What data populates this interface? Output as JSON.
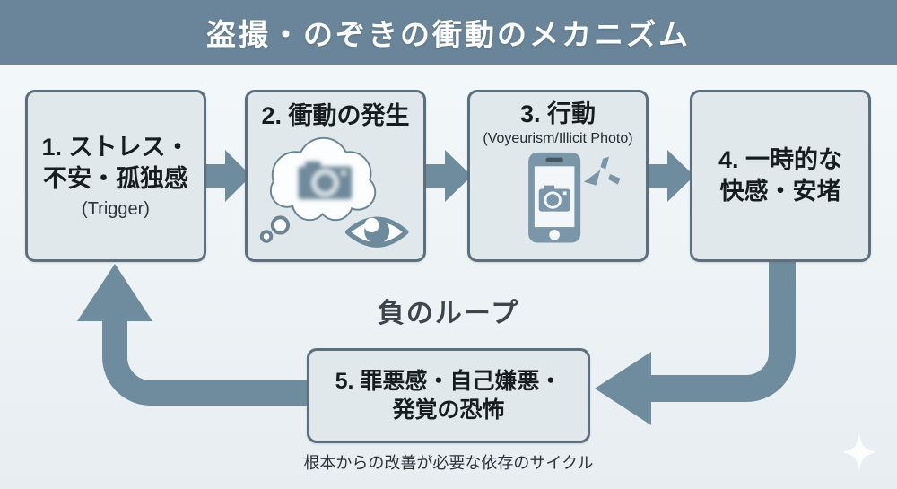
{
  "header": {
    "title": "盗撮・のぞきの衝動のメカニズム"
  },
  "steps": [
    {
      "name": "stress-anxiety-loneliness",
      "line1": "1. ストレス・",
      "line2": "不安・孤独感",
      "subtitle": "(Trigger)"
    },
    {
      "name": "urge-arises",
      "title": "2. 衝動の発生",
      "icons": [
        "thought-bubble-camera-icon",
        "eye-icon"
      ]
    },
    {
      "name": "action",
      "title": "3. 行動",
      "subtitle": "(Voyeurism/Illicit Photo)",
      "icons": [
        "smartphone-camera-shutter-icon"
      ]
    },
    {
      "name": "temporary-pleasure-relief",
      "line1": "4. 一時的な",
      "line2": "快感・安堵"
    },
    {
      "name": "guilt-self-loathing-fear",
      "line1": "5. 罪悪感・自己嫌悪・",
      "line2": "発覚の恐怖"
    }
  ],
  "loop_label": "負のループ",
  "caption": "根本からの改善が必要な依存のサイクル",
  "colors": {
    "header_bg": "#6a8599",
    "background": "#eef3f6",
    "box_fill": "#e0e8ec",
    "box_border": "#5d6f7d",
    "arrow": "#6f8c9e",
    "header_text": "#ffffff",
    "body_text": "#171c21",
    "sparkle": "#ffffff"
  }
}
